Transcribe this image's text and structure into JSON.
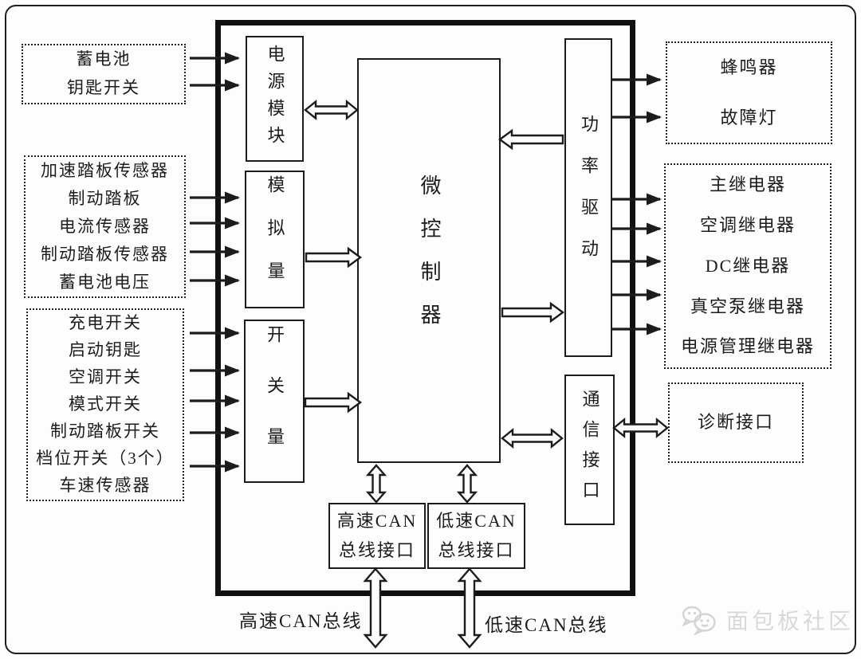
{
  "left_inputs": [
    {
      "items": [
        "蓄电池",
        "钥匙开关"
      ]
    },
    {
      "items": [
        "加速踏板传感器",
        "制动踏板",
        "电流传感器",
        "制动踏板传感器",
        "蓄电池电压"
      ]
    },
    {
      "items": [
        "充电开关",
        "启动钥匙",
        "空调开关",
        "模式开关",
        "制动踏板开关",
        "档位开关（3个）",
        "车速传感器"
      ]
    }
  ],
  "controller": {
    "power_module": "电源模块",
    "analog_input": "模拟量",
    "switch_input": "开关量",
    "mcu": "微控制器",
    "power_drive": "功率驱动",
    "comm_interface": "通信接口",
    "can_high_line1": "高速CAN",
    "can_high_line2": "总线接口",
    "can_low_line1": "低速CAN",
    "can_low_line2": "总线接口"
  },
  "right_outputs": [
    {
      "items": [
        "蜂鸣器",
        "故障灯"
      ]
    },
    {
      "items": [
        "主继电器",
        "空调继电器",
        "DC继电器",
        "真空泵继电器",
        "电源管理继电器"
      ]
    },
    {
      "items": [
        "诊断接口"
      ]
    }
  ],
  "bus_labels": {
    "high": "高速CAN总线",
    "low": "低速CAN总线"
  },
  "watermark": {
    "text": "面包板社区",
    "icon": "speech-bubbles-icon"
  },
  "colors": {
    "line": "#1c1c1c",
    "background": "#fdfdfd",
    "watermark": "#d9d9d9"
  }
}
